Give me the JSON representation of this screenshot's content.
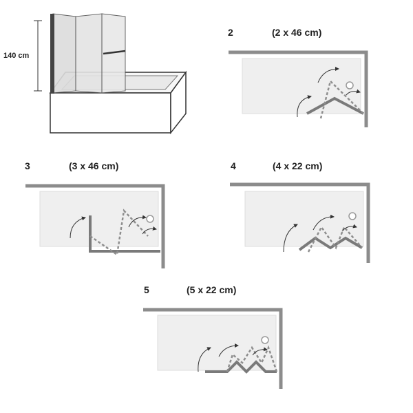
{
  "height_label": "140 cm",
  "configs": [
    {
      "number": "2",
      "size": "(2 x 46 cm)"
    },
    {
      "number": "3",
      "size": "(3 x 46 cm)"
    },
    {
      "number": "4",
      "size": "(4 x 22 cm)"
    },
    {
      "number": "5",
      "size": "(5 x 22 cm)"
    }
  ],
  "colors": {
    "wall": "#8c8c8c",
    "panel": "#7a7a7a",
    "glass": "#efefef",
    "dashed": "#8e8e8e",
    "arrow": "#333333"
  }
}
